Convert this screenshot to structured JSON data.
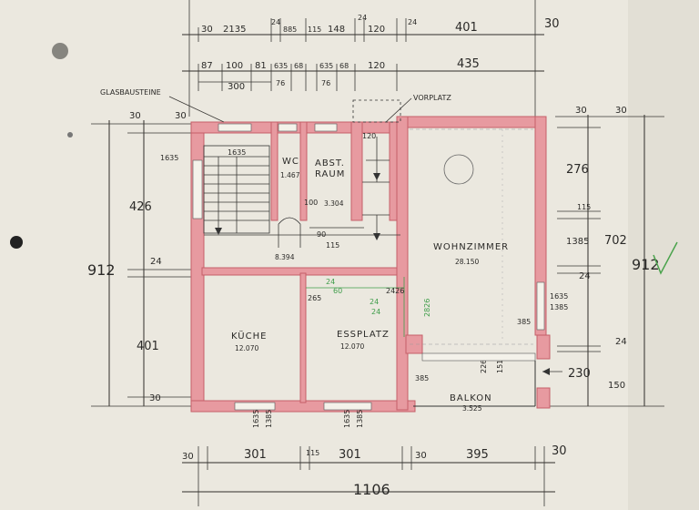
{
  "labels": {
    "glasbausteine": "GLASBAUSTEINE",
    "vorplatz": "VORPLATZ",
    "wc": "WC",
    "wc_area": "1.467",
    "abst": "ABST.",
    "raum": "RAUM",
    "abst_area": "3.304",
    "hall_area": "8.394",
    "wohnzimmer": "WOHNZIMMER",
    "wohnzimmer_area": "28.150",
    "kueche": "KÜCHE",
    "kueche_area": "12.070",
    "essplatz": "ESSPLATZ",
    "essplatz_area": "12.070",
    "balkon": "BALKON",
    "balkon_area": "3.525"
  },
  "dims": {
    "top1": [
      "30",
      "2135",
      "24",
      "885",
      "115",
      "148",
      "24",
      "120",
      "24",
      "401",
      "30"
    ],
    "top2": [
      "87",
      "100",
      "81",
      "635",
      "68",
      "635",
      "68",
      "120",
      "435"
    ],
    "top2_sub": [
      "300",
      "76",
      "76"
    ],
    "left": [
      "30",
      "30",
      "1635",
      "426",
      "912",
      "24",
      "401",
      "30"
    ],
    "right": [
      "30",
      "30",
      "276",
      "115",
      "1385",
      "24",
      "702",
      "912",
      "1635",
      "1385",
      "385",
      "24",
      "150",
      "230",
      "226",
      "151",
      "385"
    ],
    "bottom1": [
      "30",
      "301",
      "115",
      "301",
      "30",
      "395",
      "30"
    ],
    "bottom_total": "1106",
    "window_bottom": [
      "1635",
      "1385",
      "1635",
      "1385"
    ],
    "misc": [
      "1635",
      "90",
      "100",
      "115",
      "120",
      "265",
      "2426"
    ],
    "green": [
      "24",
      "60",
      "24",
      "24",
      "2826"
    ]
  }
}
